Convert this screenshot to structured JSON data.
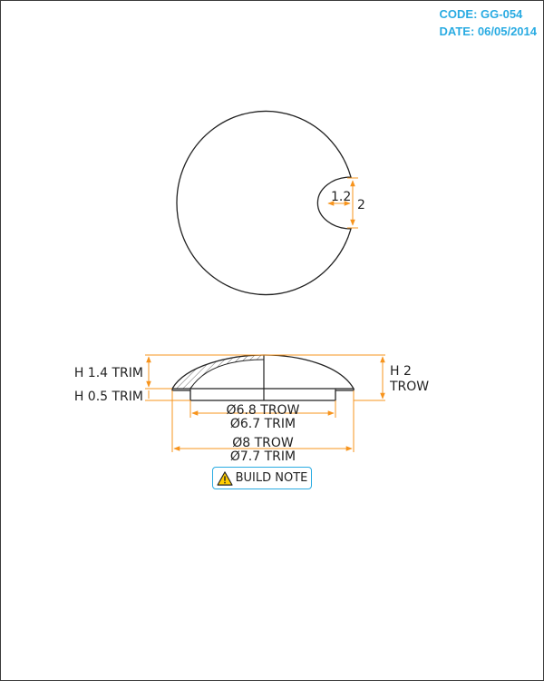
{
  "header": {
    "code_label": "CODE:",
    "code_value": "GG-054",
    "date_label": "DATE:",
    "date_value": "06/05/2014"
  },
  "top_view": {
    "notch_depth": "1.2",
    "notch_width": "2"
  },
  "side_view": {
    "height_trim": "H 1.4 TRIM",
    "base_height_trim": "H 0.5 TRIM",
    "height_trow_line1": "H 2",
    "height_trow_line2": "TROW",
    "inner_dia_trow": "Ø6.8 TROW",
    "inner_dia_trim": "Ø6.7 TRIM",
    "outer_dia_trow": "Ø8 TROW",
    "outer_dia_trim": "Ø7.7 TRIM"
  },
  "build_note": {
    "label": "BUILD NOTE",
    "icon": "warning-icon"
  },
  "colors": {
    "accent": "#29abe2",
    "dimension": "#f7941d",
    "line": "#222222",
    "warning_fill": "#ffcc00"
  }
}
